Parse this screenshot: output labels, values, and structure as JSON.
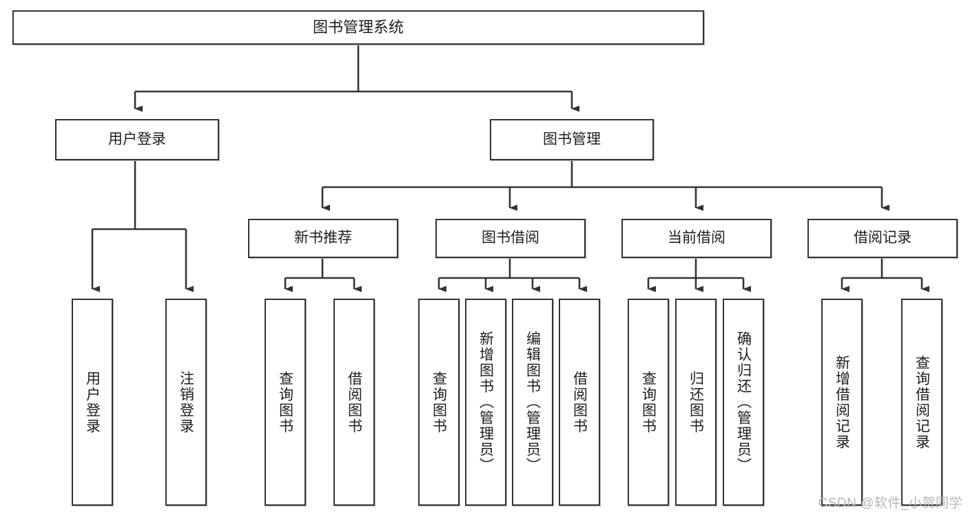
{
  "diagram": {
    "title": "图书管理系统",
    "type": "tree-hierarchy-chart",
    "watermark": "CSDN @软件_小贺同学",
    "colors": {
      "box_border": "#333333",
      "box_fill": "#ffffff",
      "line": "#333333",
      "text": "#1d1d1d",
      "watermark": "#b5b5b5",
      "background": "#ffffff"
    },
    "root": {
      "label": "图书管理系统"
    },
    "level2": [
      {
        "label": "用户登录"
      },
      {
        "label": "图书管理"
      }
    ],
    "level3": [
      {
        "label": "新书推荐"
      },
      {
        "label": "图书借阅"
      },
      {
        "label": "当前借阅"
      },
      {
        "label": "借阅记录"
      }
    ],
    "leaves": {
      "user_login": [
        {
          "label": "用户登录"
        },
        {
          "label": "注销登录"
        }
      ],
      "new_book_recommend": [
        {
          "label": "查询图书"
        },
        {
          "label": "借阅图书"
        }
      ],
      "book_borrow": [
        {
          "label": "查询图书"
        },
        {
          "label": "新增图书（管理员）"
        },
        {
          "label": "编辑图书（管理员）"
        },
        {
          "label": "借阅图书"
        }
      ],
      "current_borrow": [
        {
          "label": "查询图书"
        },
        {
          "label": "归还图书"
        },
        {
          "label": "确认归还（管理员）"
        }
      ],
      "borrow_record": [
        {
          "label": "新增借阅记录"
        },
        {
          "label": "查询借阅记录"
        }
      ]
    }
  }
}
